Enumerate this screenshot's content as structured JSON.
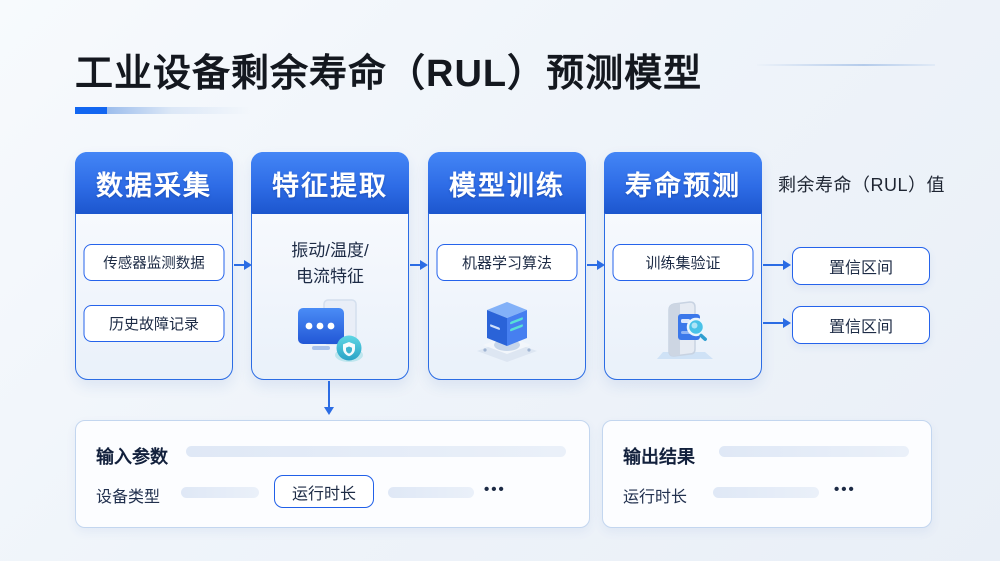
{
  "title": "工业设备剩余寿命（RUL）预测模型",
  "flow": {
    "columns": [
      {
        "header": "数据采集",
        "items": [
          "传感器监测数据",
          "历史故障记录"
        ]
      },
      {
        "header": "特征提取",
        "lines": [
          "振动/温度/",
          "电流特征"
        ],
        "icon": "monitor-shield-icon"
      },
      {
        "header": "模型训练",
        "items": [
          "机器学习算法"
        ],
        "icon": "server-cube-icon"
      },
      {
        "header": "寿命预测",
        "items": [
          "训练集验证"
        ],
        "icon": "device-search-icon"
      }
    ],
    "result_label": "剩余寿命（RUL）值",
    "confidence_intervals": [
      "置信区间",
      "置信区间"
    ]
  },
  "input_panel": {
    "title": "输入参数",
    "device_type_label": "设备类型",
    "runtime_label": "运行时长",
    "ellipsis": "•••"
  },
  "output_panel": {
    "title": "输出结果",
    "runtime_label": "运行时长",
    "ellipsis": "•••"
  },
  "colors": {
    "accent_blue": "#2563eb",
    "header_gradient_top": "#4486f6",
    "header_gradient_bottom": "#1c56ce",
    "teal": "#3fc0d4",
    "title_color": "#14181f"
  }
}
